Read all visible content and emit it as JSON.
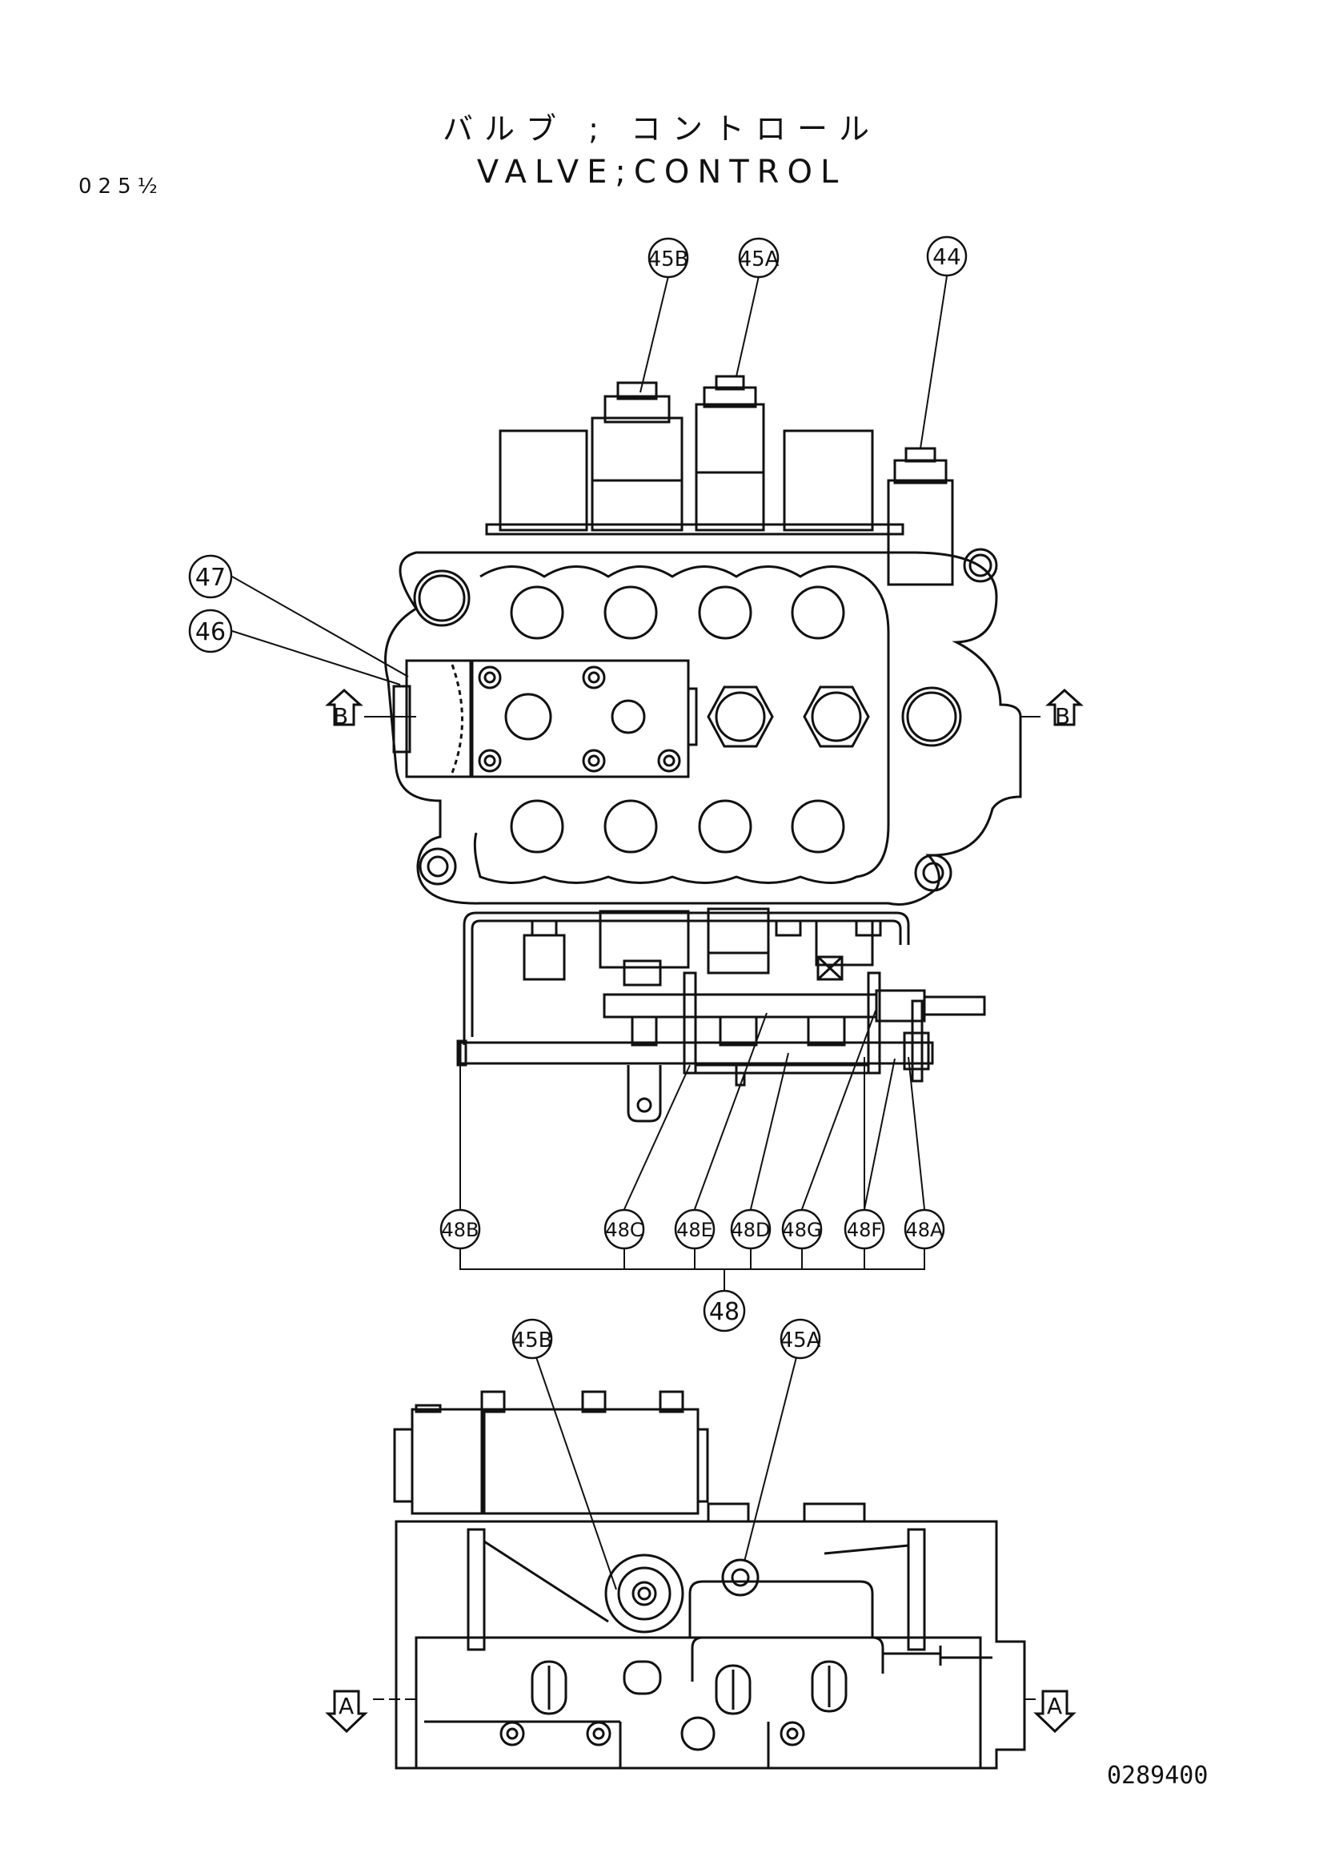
{
  "title_jp": "バルブ ; コントロール",
  "title_en": "VALVE;CONTROL",
  "page_ref": "025½",
  "drawing_number": "0289400",
  "callouts": {
    "c45B_top": "45B",
    "c45A_top": "45A",
    "c44": "44",
    "c47": "47",
    "c46": "46",
    "c48B": "48B",
    "c48C": "48C",
    "c48E": "48E",
    "c48D": "48D",
    "c48G": "48G",
    "c48F": "48F",
    "c48A": "48A",
    "c48": "48",
    "c45B_bottom": "45B",
    "c45A_bottom": "45A"
  },
  "section_marks": {
    "B_left": "B",
    "B_right": "B",
    "A_left": "A",
    "A_right": "A"
  }
}
